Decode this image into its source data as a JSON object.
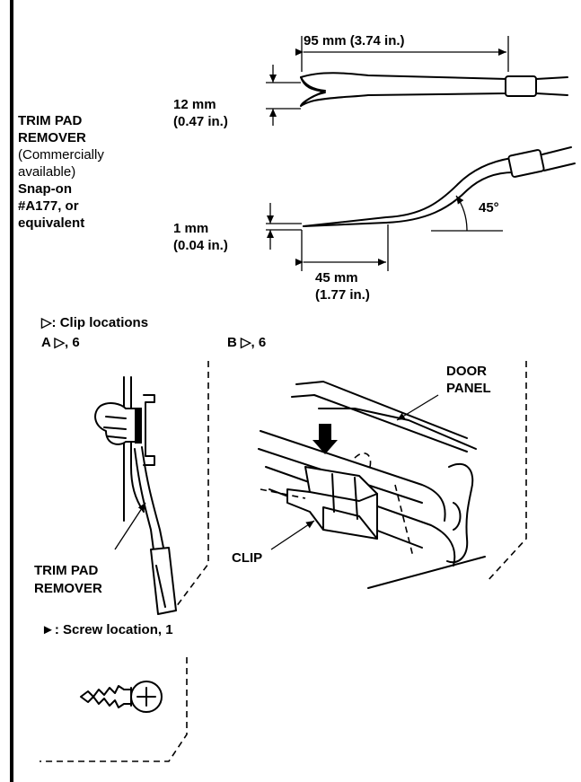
{
  "tool": {
    "name_line1": "TRIM PAD",
    "name_line2": "REMOVER",
    "availability_line1": "(Commercially",
    "availability_line2": "available)",
    "part_line1": "Snap-on",
    "part_line2": "#A177, or",
    "part_line3": "equivalent"
  },
  "dimensions": {
    "length": "95 mm (3.74 in.)",
    "fork_width_mm": "12 mm",
    "fork_width_in": "(0.47 in.)",
    "tip_thickness_mm": "1 mm",
    "tip_thickness_in": "(0.04 in.)",
    "tip_length_mm": "45 mm",
    "tip_length_in": "(1.77 in.)",
    "angle": "45°"
  },
  "legend": {
    "clip_locations": "▷: Clip locations",
    "view_a": "A ▷, 6",
    "view_b": "B ▷, 6",
    "screw_location": "►: Screw location, 1"
  },
  "callouts": {
    "door_panel_line1": "DOOR",
    "door_panel_line2": "PANEL",
    "clip": "CLIP",
    "remover_line1": "TRIM PAD",
    "remover_line2": "REMOVER"
  }
}
